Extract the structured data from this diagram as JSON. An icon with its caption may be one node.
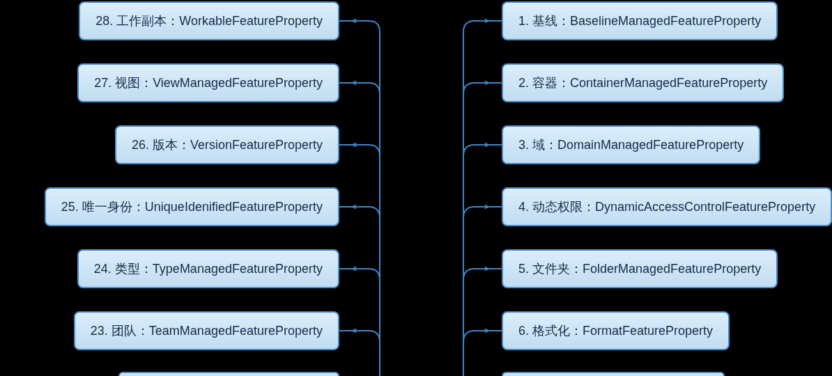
{
  "diagram": {
    "nodes": [
      {
        "text": [
          "28. 工作副本：WorkableFeatureProperty"
        ]
      },
      {
        "text": [
          "27. 视图：ViewManagedFeatureProperty"
        ]
      },
      {
        "text": [
          "26. 版本：VersionFeatureProperty"
        ]
      },
      {
        "text": [
          "25. 唯一身份：UniqueIdenifiedFeatureProperty"
        ]
      },
      {
        "text": [
          "24. 类型：TypeManagedFeatureProperty"
        ]
      },
      {
        "text": [
          "23. 团队：TeamManagedFeatureProperty"
        ]
      },
      {
        "text": [],
        "shape": "box"
      },
      {
        "text": [
          "1. 基线：BaselineManagedFeatureProperty"
        ]
      },
      {
        "text": [
          "2. 容器：ContainerManagedFeatureProperty"
        ]
      },
      {
        "text": [
          "3. 域：DomainManagedFeatureProperty"
        ]
      },
      {
        "text": [
          "4. 动态权限：DynamicAccessControlFeatureProperty"
        ]
      },
      {
        "text": [
          "5. 文件夹：FolderManagedFeatureProperty"
        ]
      },
      {
        "text": [
          "6. 格式化：FormatFeatureProperty"
        ]
      },
      {
        "text": [],
        "shape": "box"
      }
    ],
    "edges": [
      {
        "from": null,
        "to": 0,
        "arrow": "to"
      },
      {
        "from": null,
        "to": 1,
        "arrow": "to"
      },
      {
        "from": null,
        "to": 2,
        "arrow": "to"
      },
      {
        "from": null,
        "to": 3,
        "arrow": "to"
      },
      {
        "from": null,
        "to": 4,
        "arrow": "to"
      },
      {
        "from": null,
        "to": 5,
        "arrow": "to"
      },
      {
        "from": null,
        "to": 7,
        "arrow": "to"
      },
      {
        "from": null,
        "to": 8,
        "arrow": "to"
      },
      {
        "from": null,
        "to": 9,
        "arrow": "to"
      },
      {
        "from": null,
        "to": 10,
        "arrow": "to"
      },
      {
        "from": null,
        "to": 11,
        "arrow": "to"
      },
      {
        "from": null,
        "to": 12,
        "arrow": "to"
      }
    ]
  }
}
